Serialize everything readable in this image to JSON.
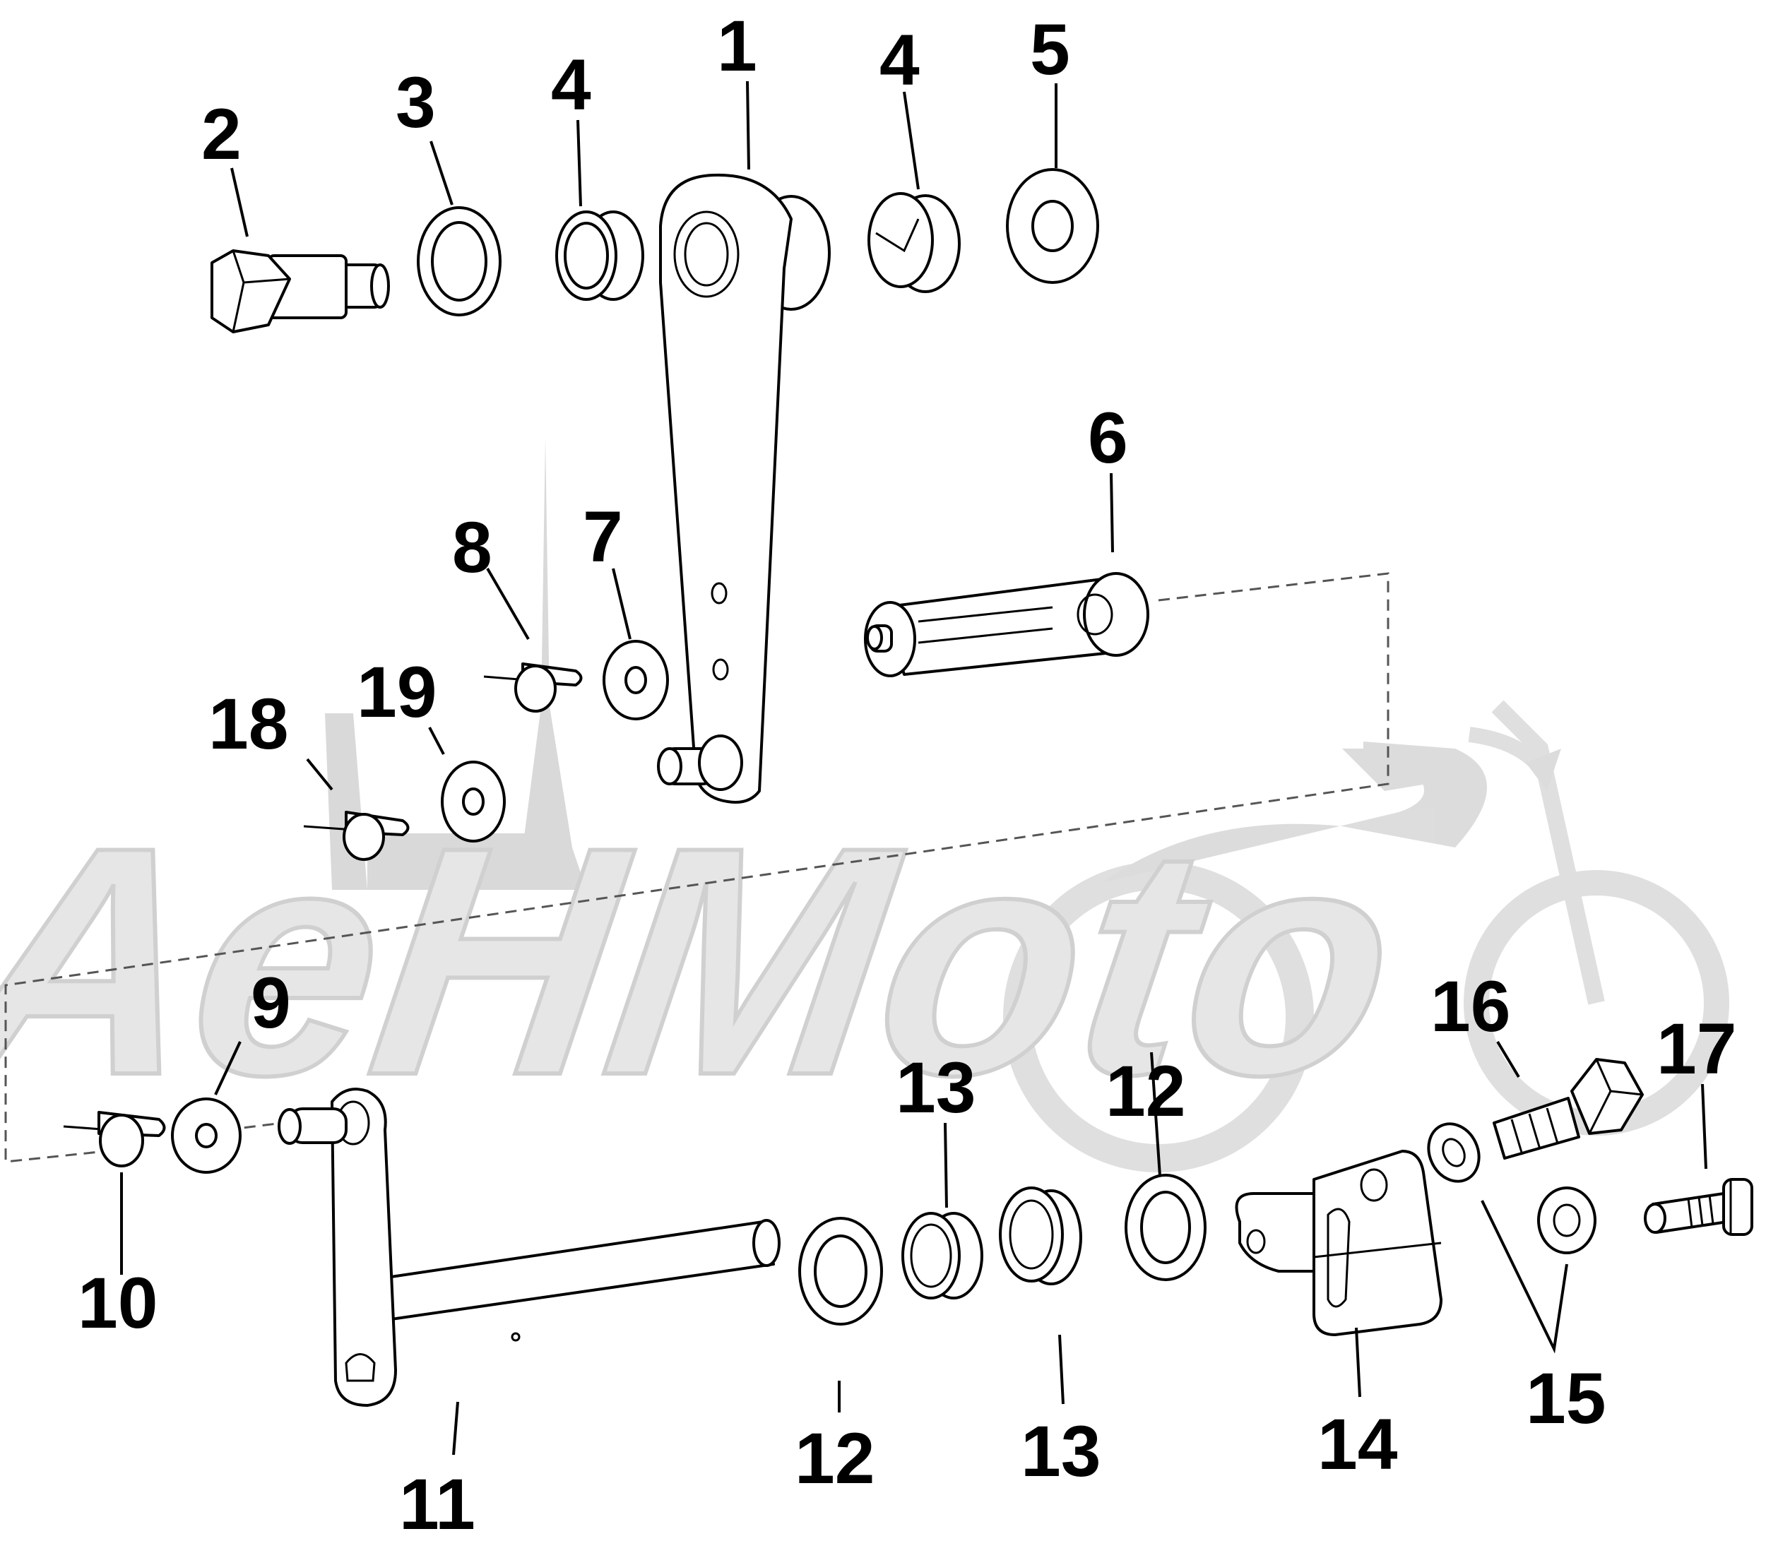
{
  "watermark": {
    "text": "AeHMoto",
    "color": "#e6e6e6"
  },
  "callouts": [
    {
      "id": "1",
      "label": "1"
    },
    {
      "id": "2",
      "label": "2"
    },
    {
      "id": "3",
      "label": "3"
    },
    {
      "id": "4a",
      "label": "4"
    },
    {
      "id": "4b",
      "label": "4"
    },
    {
      "id": "5",
      "label": "5"
    },
    {
      "id": "6",
      "label": "6"
    },
    {
      "id": "7",
      "label": "7"
    },
    {
      "id": "8",
      "label": "8"
    },
    {
      "id": "9",
      "label": "9"
    },
    {
      "id": "10",
      "label": "10"
    },
    {
      "id": "11",
      "label": "11"
    },
    {
      "id": "12a",
      "label": "12"
    },
    {
      "id": "12b",
      "label": "12"
    },
    {
      "id": "13a",
      "label": "13"
    },
    {
      "id": "13b",
      "label": "13"
    },
    {
      "id": "14",
      "label": "14"
    },
    {
      "id": "15",
      "label": "15"
    },
    {
      "id": "16",
      "label": "16"
    },
    {
      "id": "17",
      "label": "17"
    },
    {
      "id": "18",
      "label": "18"
    },
    {
      "id": "19",
      "label": "19"
    }
  ]
}
